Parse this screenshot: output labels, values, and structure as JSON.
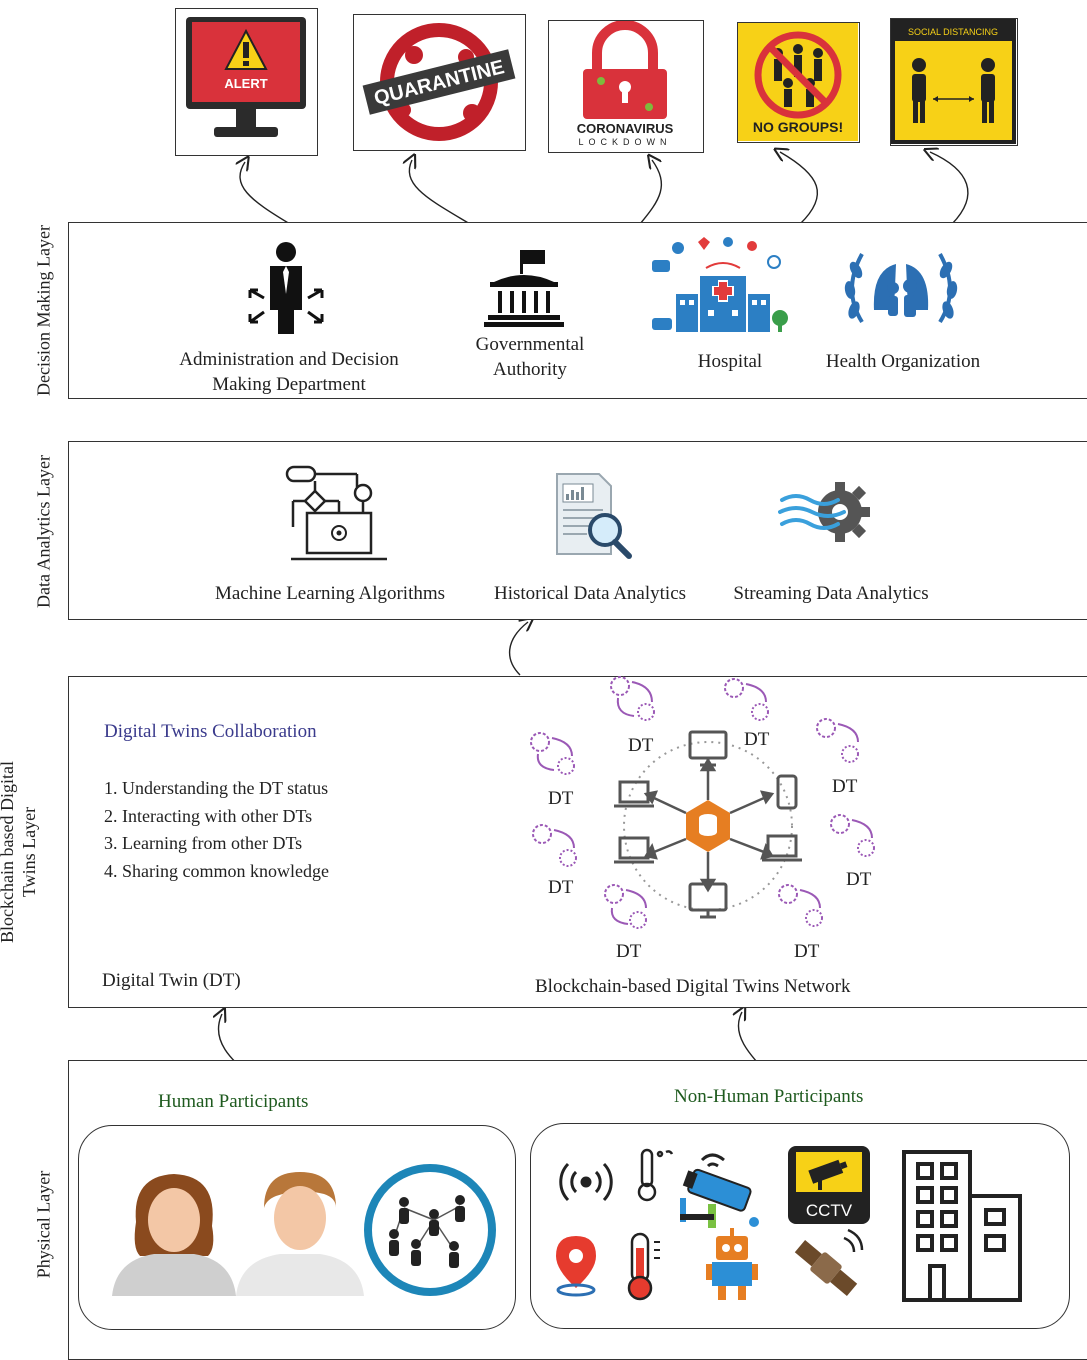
{
  "top_signs": {
    "alert": "ALERT",
    "quarantine": "QUARANTINE",
    "lockdown_line1": "CORONAVIRUS",
    "lockdown_line2": "LOCKDOWN",
    "no_groups": "NO GROUPS!",
    "social_distancing": "SOCIAL DISTANCING"
  },
  "decision_layer": {
    "label": "Decision Making Layer",
    "items": [
      {
        "label_line1": "Administration and Decision",
        "label_line2": "Making Department"
      },
      {
        "label_line1": "Governmental",
        "label_line2": "Authority"
      },
      {
        "label_line1": "Hospital"
      },
      {
        "label_line1": "Health Organization"
      }
    ]
  },
  "analytics_layer": {
    "label": "Data Analytics Layer",
    "items": [
      {
        "label": "Machine Learning Algorithms"
      },
      {
        "label": "Historical Data Analytics"
      },
      {
        "label": "Streaming Data Analytics"
      }
    ]
  },
  "dt_layer": {
    "label_line1": "Blockchain based Digital",
    "label_line2": "Twins Layer",
    "collab_title": "Digital Twins Collaboration",
    "collab_items": [
      "1. Understanding the DT status",
      "2. Interacting with other DTs",
      "3. Learning from other DTs",
      "4. Sharing common knowledge"
    ],
    "dt_caption": "Digital Twin (DT)",
    "network_caption": "Blockchain-based Digital Twins Network",
    "node_label": "DT"
  },
  "physical_layer": {
    "label": "Physical Layer",
    "human_title": "Human Participants",
    "nonhuman_title": "Non-Human Participants",
    "cctv": "CCTV"
  },
  "colors": {
    "collab_title": "#3a3a8c",
    "participants_title": "#1e5a1e",
    "gear": "#9b59b6",
    "hub": "#e67e22",
    "alert_red": "#d9323b",
    "sign_yellow": "#f7d117"
  }
}
